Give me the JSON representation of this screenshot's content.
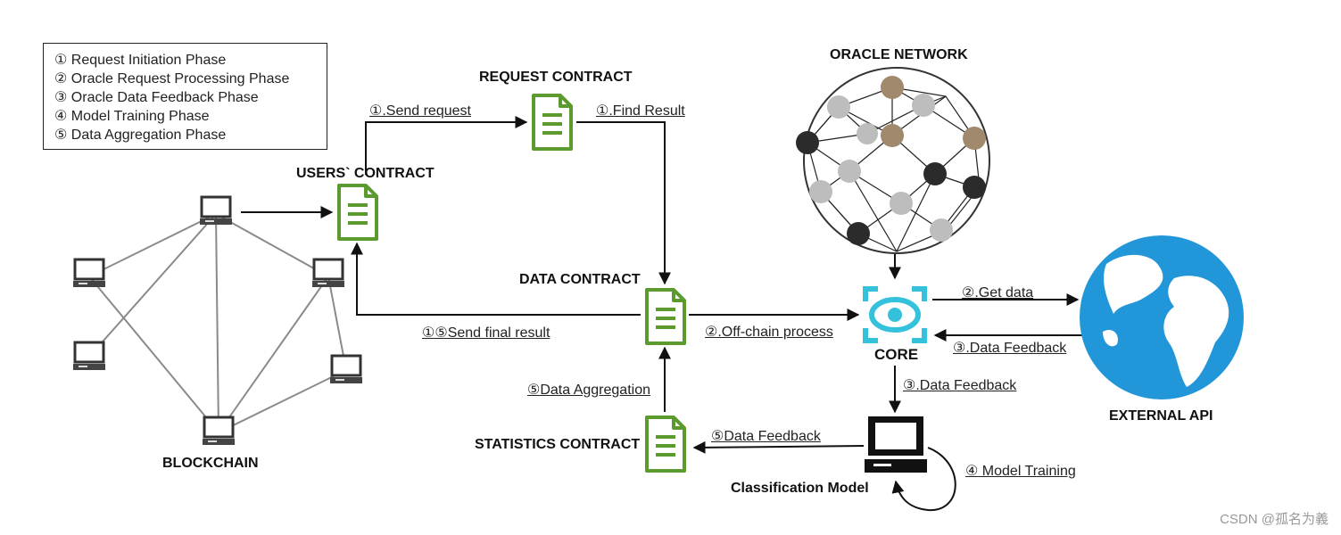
{
  "legend": {
    "items": [
      "① Request Initiation Phase",
      "② Oracle Request Processing Phase",
      "③ Oracle Data Feedback Phase",
      "④ Model Training Phase",
      "⑤ Data Aggregation Phase"
    ]
  },
  "nodes": {
    "request_contract": "REQUEST CONTRACT",
    "users_contract": "USERS` CONTRACT",
    "data_contract": "DATA CONTRACT",
    "statistics_contract": "STATISTICS CONTRACT",
    "oracle_network": "ORACLE NETWORK",
    "core": "CORE",
    "external_api": "EXTERNAL API",
    "blockchain": "BLOCKCHAIN",
    "classification_model": "Classification Model"
  },
  "edges": {
    "send_request": "①.Send request",
    "find_result": "①.Find Result",
    "send_final_result": "①⑤Send final result",
    "off_chain_process": "②.Off-chain process",
    "get_data": "②.Get data",
    "data_feedback_api": "③.Data Feedback",
    "data_feedback_core": "③.Data Feedback",
    "data_aggregation": "⑤Data Aggregation",
    "data_feedback_stats": "⑤Data Feedback",
    "model_training": "④ Model Training"
  },
  "colors": {
    "contract_green": "#5a9a2f",
    "core_cyan": "#33c1dc",
    "globe_blue": "#2196d8",
    "node_tan": "#a0896c",
    "node_dark": "#2b2b2b",
    "node_gray": "#bdbdbd"
  },
  "watermark": "CSDN @孤名为義"
}
